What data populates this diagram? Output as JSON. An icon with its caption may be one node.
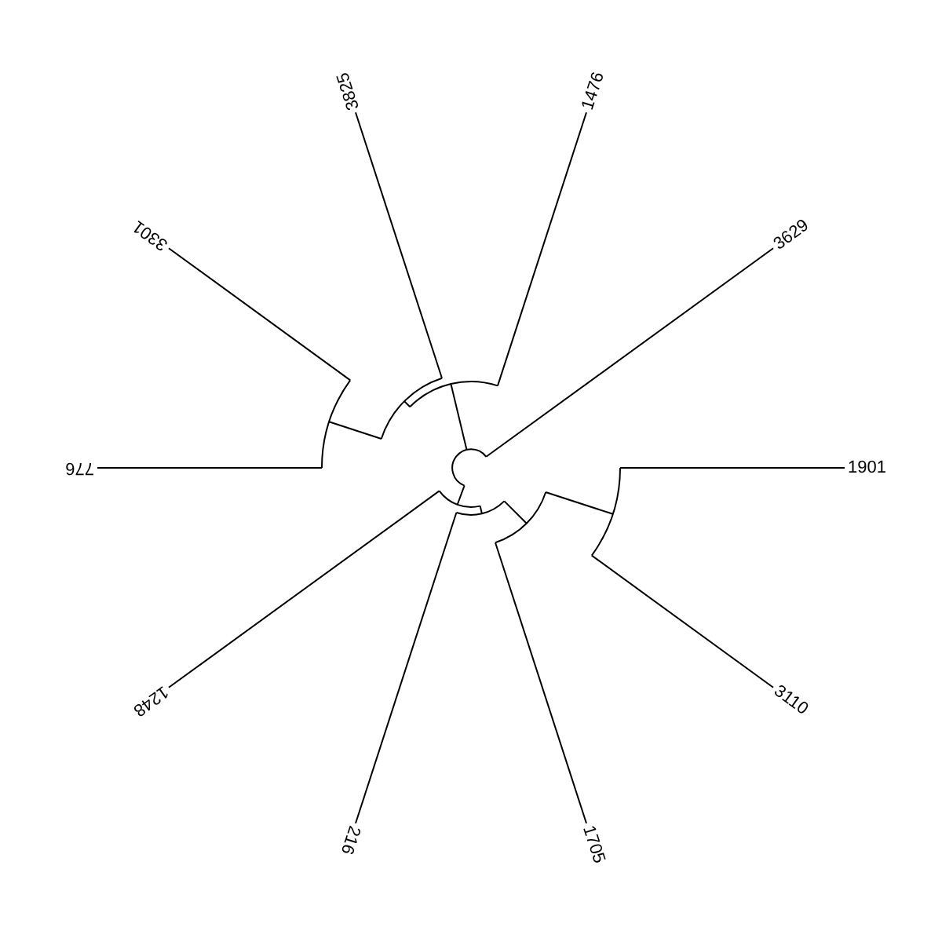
{
  "diagram": {
    "labels": [
      "3825",
      "1476",
      "3301",
      "3629",
      "776",
      "1901",
      "1248",
      "3110",
      "216",
      "1705"
    ]
  }
}
